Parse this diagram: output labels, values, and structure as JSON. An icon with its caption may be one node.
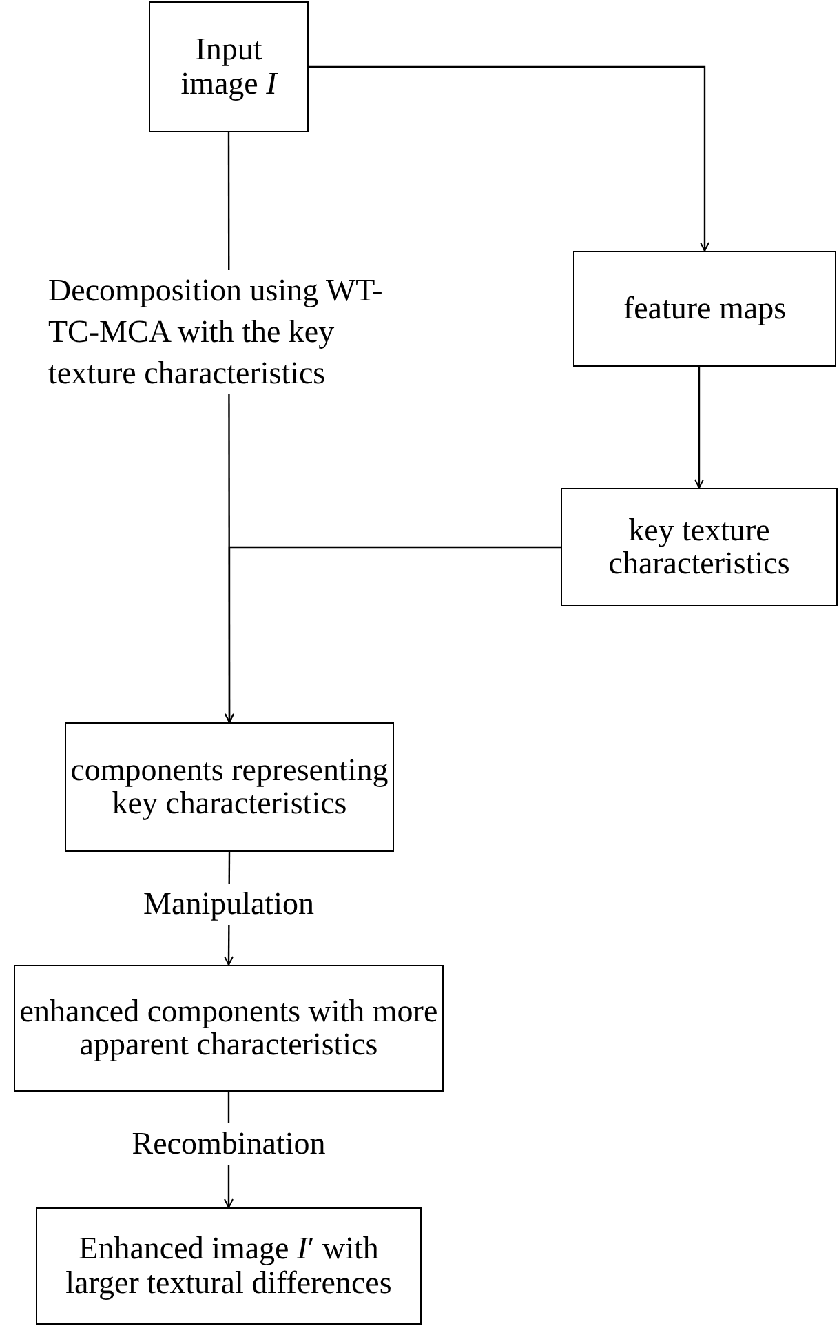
{
  "diagram": {
    "nodes": [
      {
        "text": [
          "Input image *I*"
        ]
      },
      {
        "text": [
          "feature maps"
        ]
      },
      {
        "text": [
          "key texture characteristics"
        ]
      },
      {
        "text": [
          "components representing key characteristics"
        ]
      },
      {
        "text": [
          "enhanced components with more apparent characteristics"
        ]
      },
      {
        "text": [
          "Enhanced image *I*′ with larger textural differences"
        ]
      }
    ],
    "edges": [
      {
        "from": 0,
        "to": 1,
        "arrow": "to"
      },
      {
        "from": 1,
        "to": 2,
        "arrow": "to"
      },
      {
        "from": 0,
        "to": 3,
        "arrow": "to",
        "label": "Decomposition using WT-TC-MCA with the key texture characteristics"
      },
      {
        "from": 2,
        "to": 3,
        "arrow": "to"
      },
      {
        "from": 3,
        "to": 4,
        "arrow": "to",
        "label": "Manipulation"
      },
      {
        "from": 4,
        "to": 5,
        "arrow": "to",
        "label": "Recombination"
      }
    ]
  }
}
